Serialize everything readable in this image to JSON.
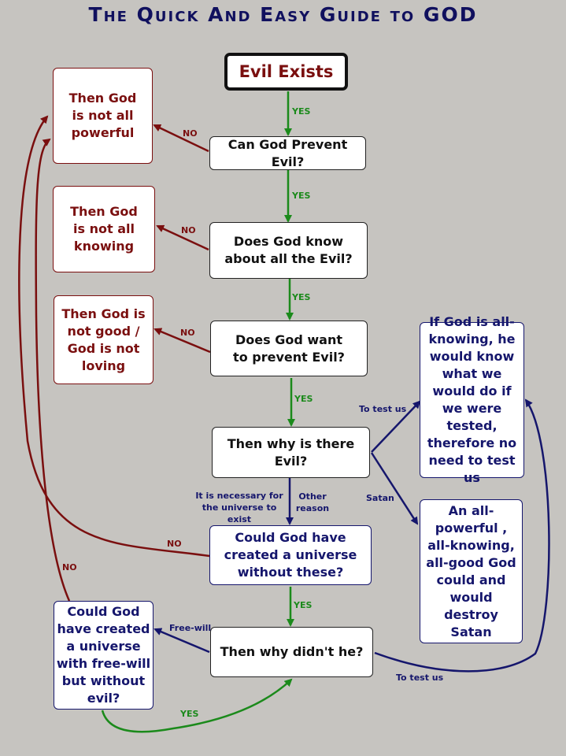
{
  "title": "The Quick And Easy Guide to GOD",
  "nodes": {
    "evil_exists": "Evil Exists",
    "can_prevent": "Can God Prevent Evil?",
    "know_about": "Does God know about all the Evil?",
    "want_prevent": "Does God want to prevent Evil?",
    "why_evil": "Then why is there Evil?",
    "could_create": "Could God have created a universe without these?",
    "why_didnt": "Then why didn't he?",
    "not_powerful": "Then God is not all powerful",
    "not_knowing": "Then God is not all knowing",
    "not_good": "Then God is not good / God is not loving",
    "free_will_q": "Could God have created a universe with free-will but without evil?",
    "all_knowing": "If God is all-knowing, he would know what we would do if we were tested, therefore no need to test us",
    "destroy_satan": "An all-powerful , all-knowing, all-good God could and would destroy Satan"
  },
  "labels": {
    "yes1": "YES",
    "yes2": "YES",
    "yes3": "YES",
    "yes4": "YES",
    "yes5": "YES",
    "yes6": "YES",
    "no1": "NO",
    "no2": "NO",
    "no3": "NO",
    "no4": "NO",
    "no5": "NO",
    "to_test_us": "To test us",
    "satan": "Satan",
    "necessary": "It is necessary for the universe to exist",
    "other_reason": "Other reason",
    "free_will": "Free-will",
    "to_test_us_2": "To test us"
  },
  "colors": {
    "yes": "#1b8a1b",
    "no": "#7a0f0f",
    "reason": "#15166c",
    "background": "#c6c4c0"
  }
}
